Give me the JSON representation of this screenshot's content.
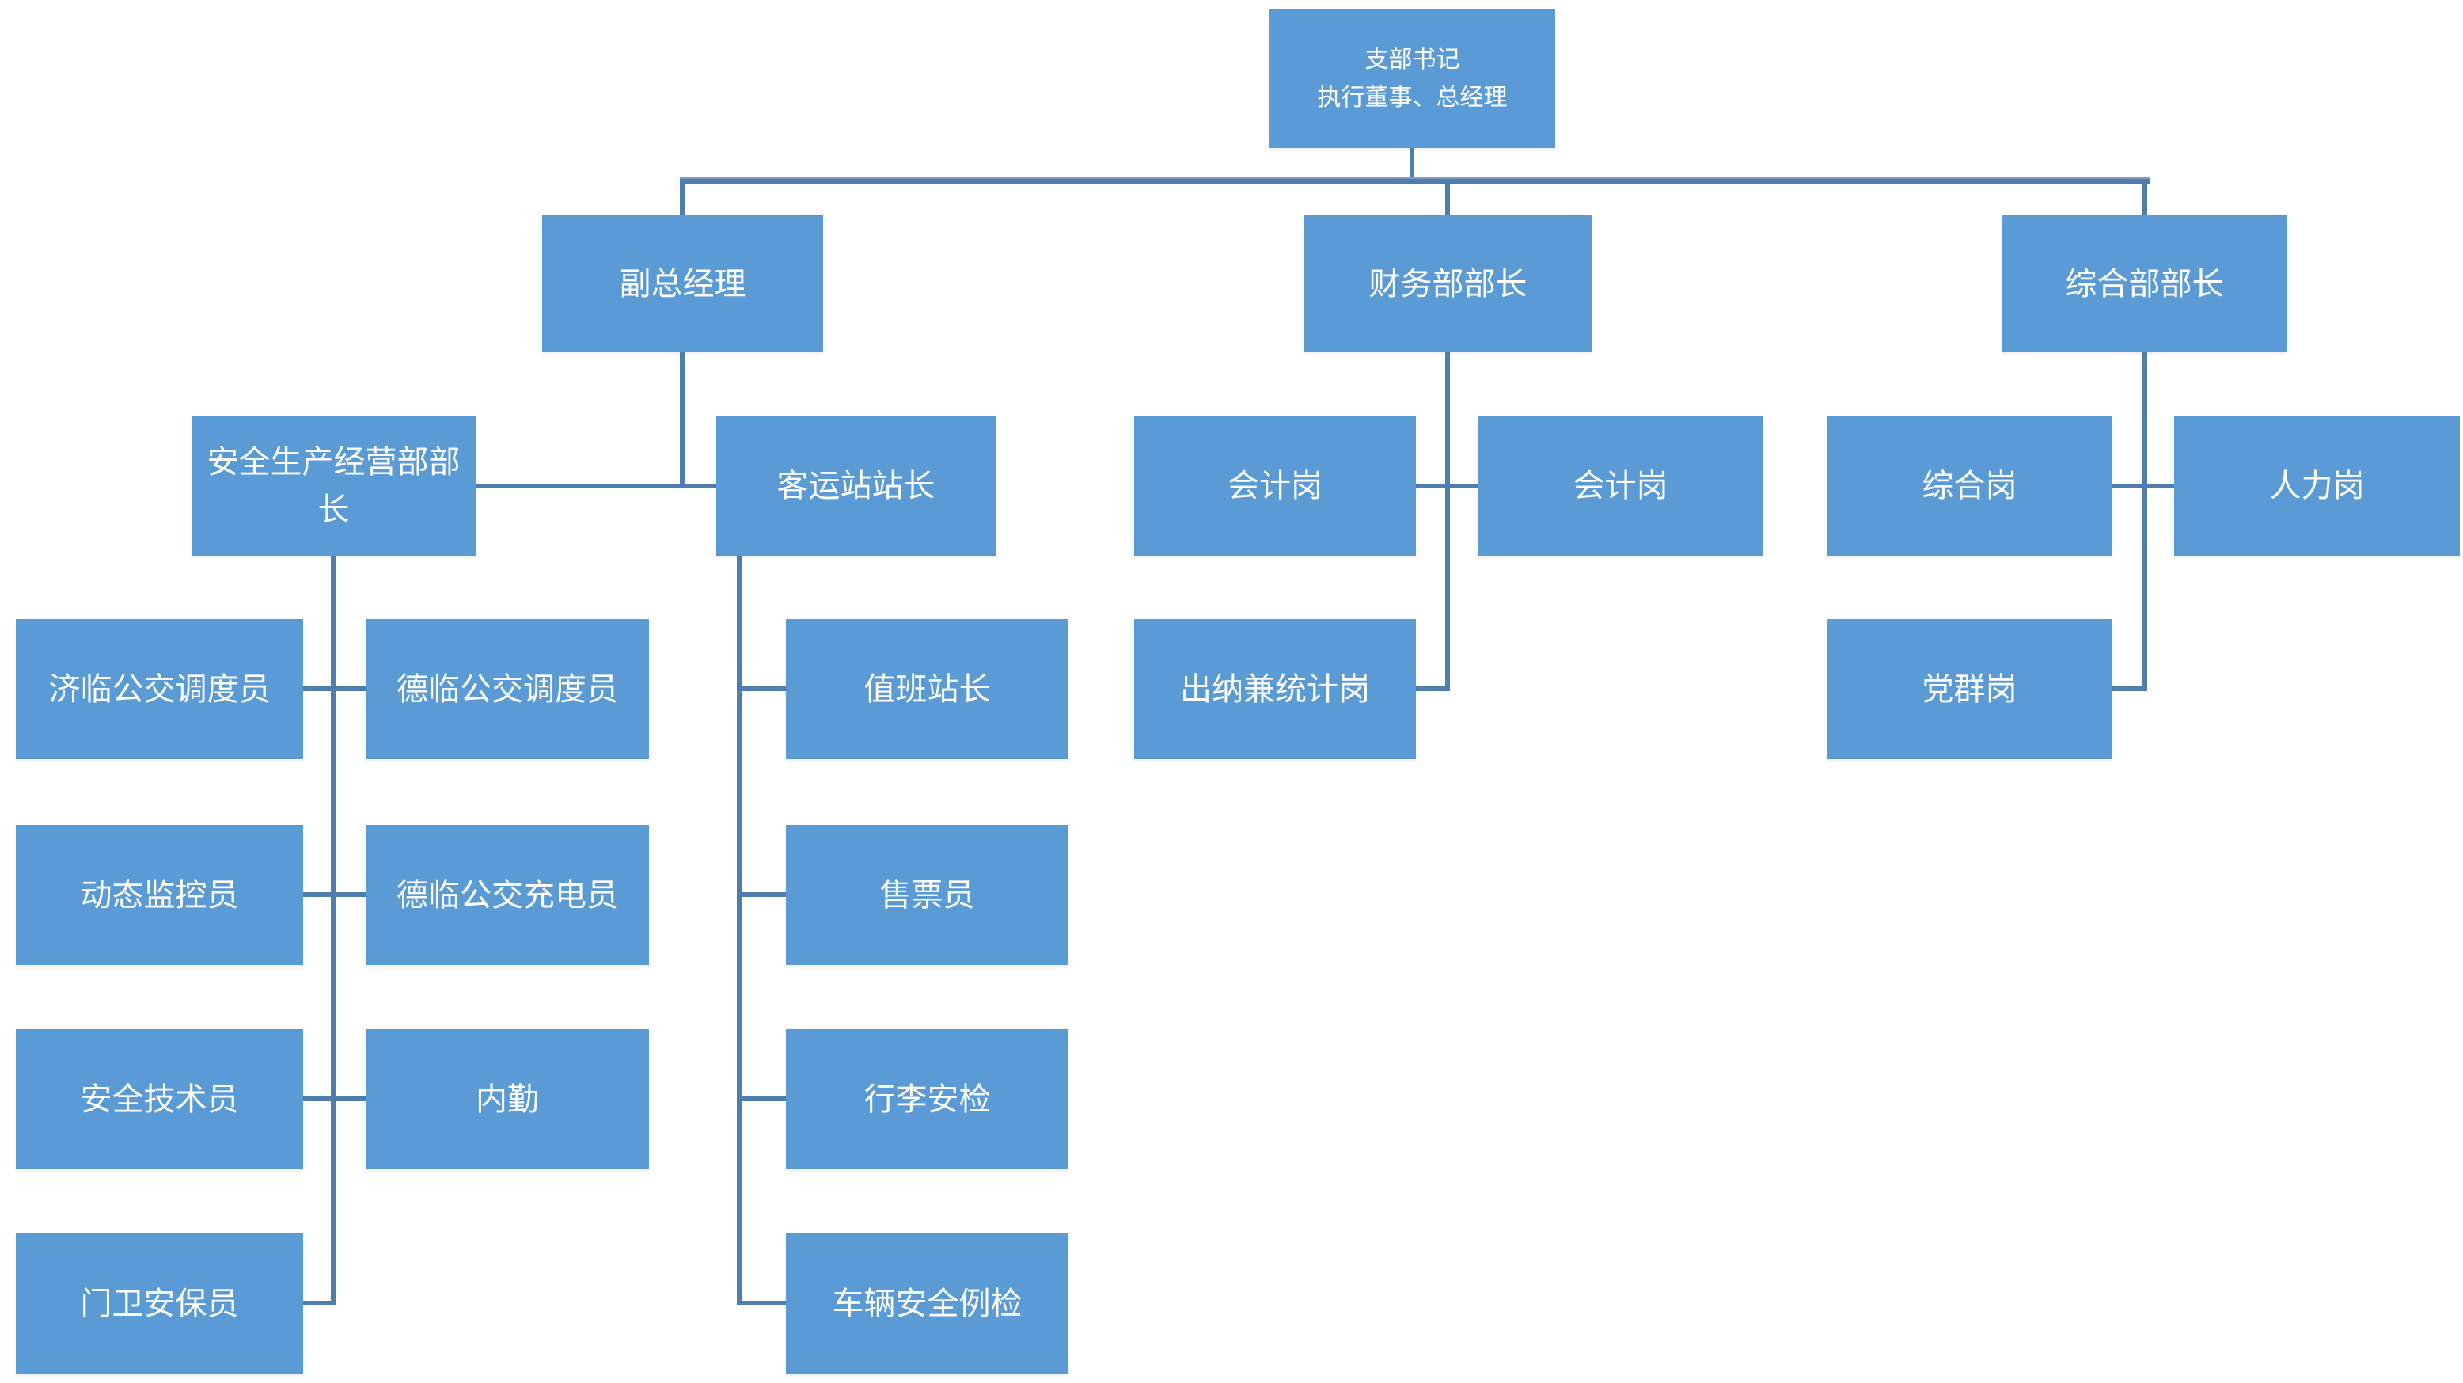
{
  "colors": {
    "box_fill": "#5b9bd5",
    "connector": "#4e7dae",
    "text": "#ffffff",
    "background": "#ffffff"
  },
  "nodes": {
    "root_line1": "支部书记",
    "root_line2": "执行董事、总经理",
    "deputy_gm": "副总经理",
    "finance_head": "财务部部长",
    "general_head": "综合部部长",
    "safety_ops_head": "安全生产经营部部长",
    "station_master": "客运站站长",
    "accountant_1": "会计岗",
    "accountant_2": "会计岗",
    "general_post": "综合岗",
    "hr_post": "人力岗",
    "jilin_dispatcher": "济临公交调度员",
    "delin_dispatcher": "德临公交调度员",
    "duty_station_master": "值班站长",
    "cashier_statistics": "出纳兼统计岗",
    "party_group_post": "党群岗",
    "dynamic_monitor": "动态监控员",
    "delin_charger": "德临公交充电员",
    "ticket_seller": "售票员",
    "safety_technician": "安全技术员",
    "office_clerk": "内勤",
    "baggage_security": "行李安检",
    "gate_guard": "门卫安保员",
    "vehicle_safety_inspection": "车辆安全例检"
  },
  "hierarchy": {
    "root": "支部书记 执行董事、总经理",
    "children": [
      {
        "label": "副总经理",
        "children": [
          {
            "label": "安全生产经营部部长",
            "children": [
              "济临公交调度员",
              "德临公交调度员",
              "动态监控员",
              "德临公交充电员",
              "安全技术员",
              "内勤",
              "门卫安保员"
            ]
          },
          {
            "label": "客运站站长",
            "children": [
              "值班站长",
              "售票员",
              "行李安检",
              "车辆安全例检"
            ]
          }
        ]
      },
      {
        "label": "财务部部长",
        "children": [
          "会计岗",
          "会计岗",
          "出纳兼统计岗"
        ]
      },
      {
        "label": "综合部部长",
        "children": [
          "综合岗",
          "人力岗",
          "党群岗"
        ]
      }
    ]
  }
}
